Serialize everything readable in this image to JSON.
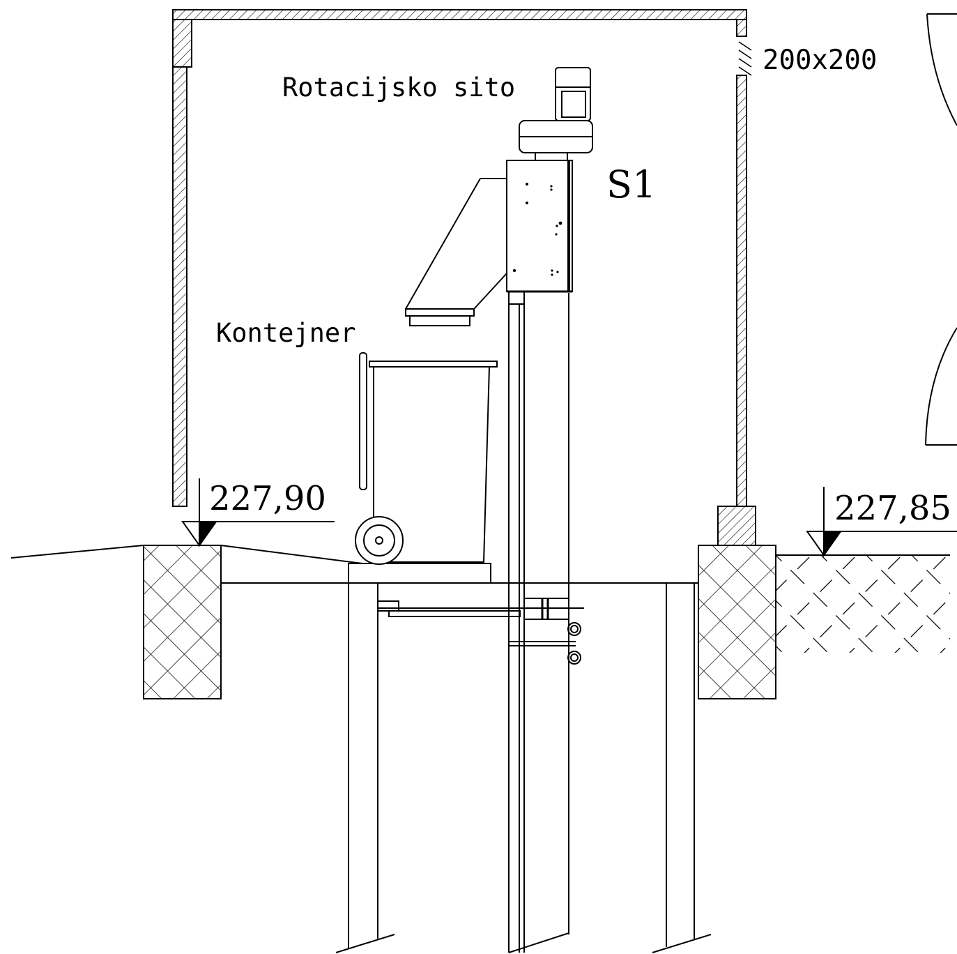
{
  "labels": {
    "rotary_screen": "Rotacijsko sito",
    "container": "Kontejner",
    "unit_id": "S1",
    "opening_size": "200x200",
    "elevation_left": "227,90",
    "elevation_right": "227,85"
  },
  "colors": {
    "line": "#000000",
    "background": "#ffffff"
  }
}
